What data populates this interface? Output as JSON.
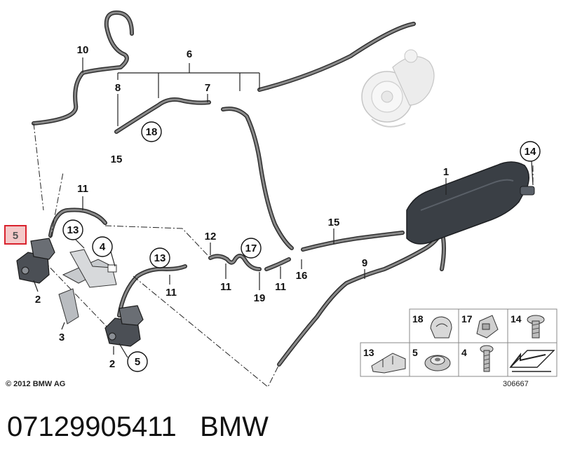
{
  "callouts": {
    "c1": "1",
    "c2a": "2",
    "c2b": "2",
    "c3": "3",
    "c4": "4",
    "c5_highlight": "5",
    "c5_bottom": "5",
    "c6": "6",
    "c7": "7",
    "c8": "8",
    "c9": "9",
    "c10": "10",
    "c11a": "11",
    "c11b": "11",
    "c11c": "11",
    "c11d": "11",
    "c12": "12",
    "c13a": "13",
    "c13b": "13",
    "c14": "14",
    "c15a": "15",
    "c15b": "15",
    "c16": "16",
    "c17": "17",
    "c18": "18",
    "c19": "19"
  },
  "legend": {
    "items": [
      {
        "label": "18"
      },
      {
        "label": "17"
      },
      {
        "label": "14"
      },
      {
        "label": "13"
      },
      {
        "label": "5"
      },
      {
        "label": "4"
      }
    ]
  },
  "footer": {
    "copyright": "© 2012 BMW AG",
    "reference": "306667",
    "part_number": "07129905411",
    "brand": "BMW"
  },
  "colors": {
    "highlight": "#d9232e",
    "highlight_fill": "#f4c9c9",
    "hose": "#2d2d2d",
    "tank": "#3a3f45"
  }
}
